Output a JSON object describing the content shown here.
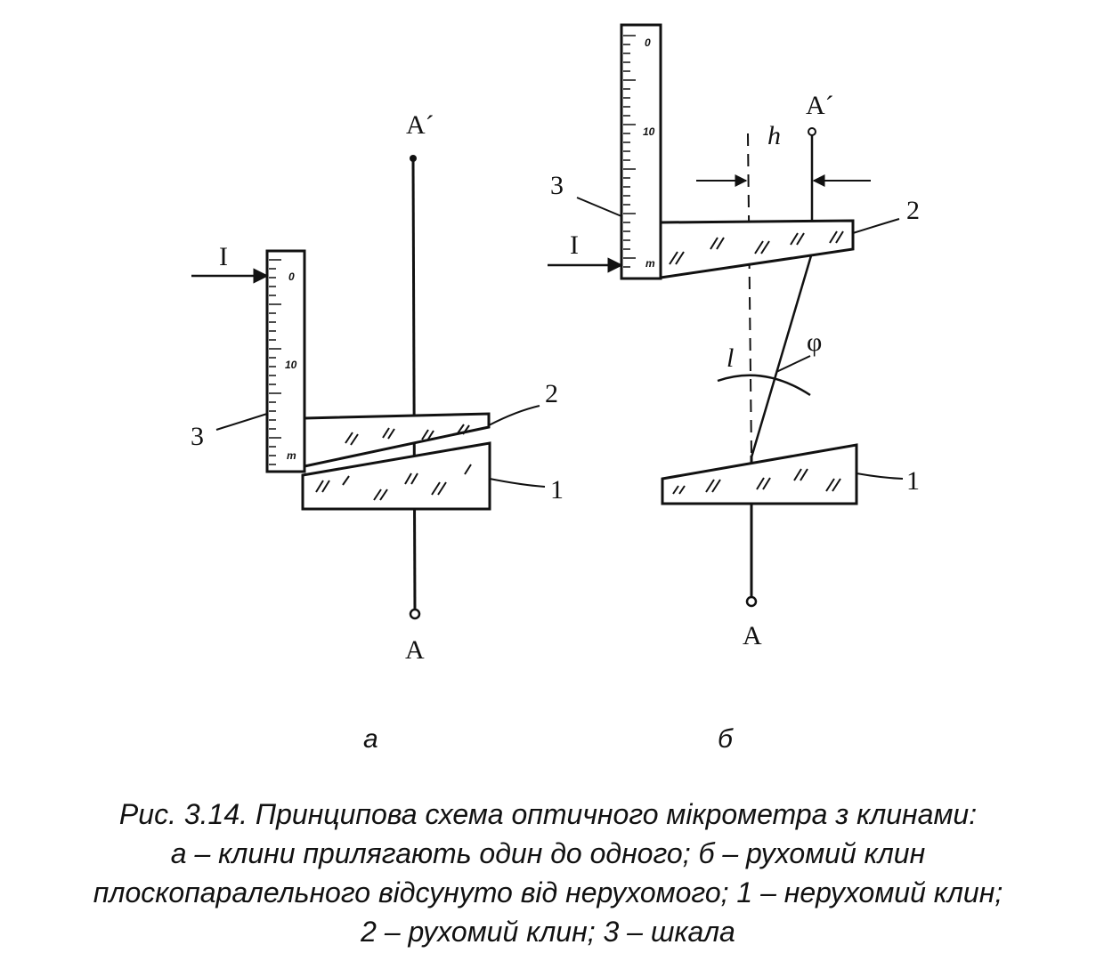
{
  "diagram_a": {
    "top_point": "A´",
    "bottom_point": "A",
    "beam": "I",
    "label_1": "1",
    "label_2": "2",
    "label_3": "3",
    "scale_top": "0",
    "scale_mid": "10",
    "scale_end": "m",
    "sublabel": "a"
  },
  "diagram_b": {
    "top_point": "A´",
    "bottom_point": "A",
    "beam": "I",
    "label_1": "1",
    "label_2": "2",
    "label_3": "3",
    "scale_top": "0",
    "scale_mid": "10",
    "scale_end": "m",
    "h": "h",
    "l": "l",
    "phi": "φ",
    "sublabel": "б"
  },
  "caption": {
    "line1": "Рис. 3.14. Принципова схема оптичного мікрометра з клинами:",
    "line2": "а – клини прилягають один до одного; б – рухомий клин",
    "line3": "плоскопаралельного відсунуто від нерухомого; 1 – нерухомий клин;",
    "line4": "2 – рухомий клин; 3 – шкала"
  }
}
